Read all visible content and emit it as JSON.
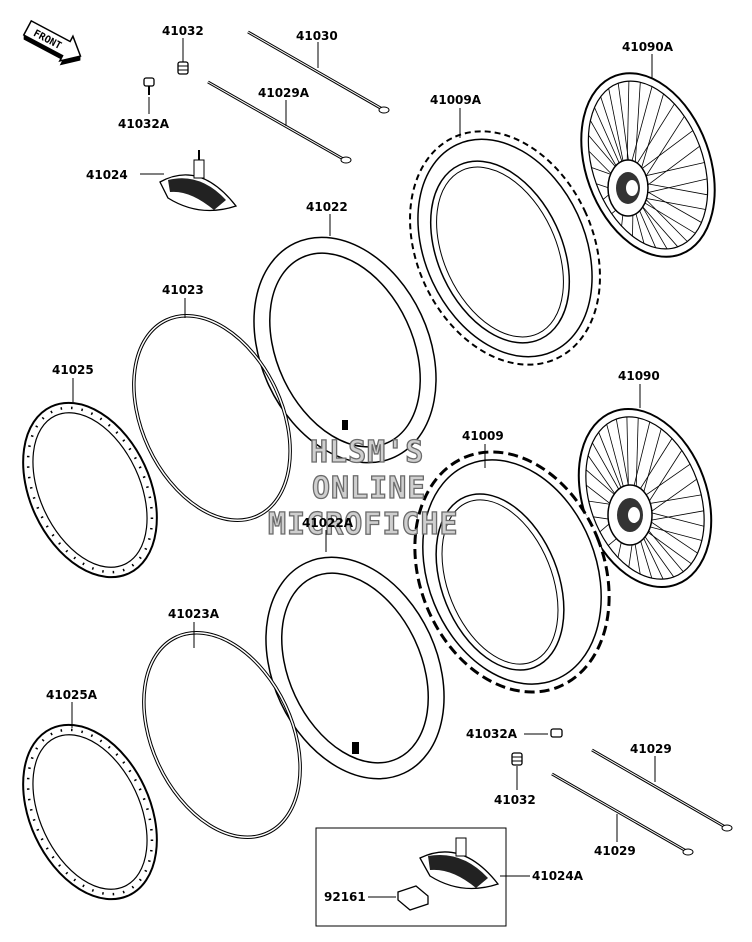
{
  "direction_arrow": {
    "label": "FRONT"
  },
  "watermark": {
    "lines": [
      "HLSM'S",
      "ONLINE",
      "MICROFICHE"
    ]
  },
  "parts": [
    {
      "id": "41032-top",
      "label": "41032",
      "icon": "valve-cap-icon"
    },
    {
      "id": "41032A-top",
      "label": "41032A",
      "icon": "valve-core-icon"
    },
    {
      "id": "41030",
      "label": "41030",
      "icon": "spoke-icon"
    },
    {
      "id": "41029A",
      "label": "41029A",
      "icon": "spoke-icon"
    },
    {
      "id": "41024",
      "label": "41024",
      "icon": "rim-lock-icon"
    },
    {
      "id": "41009A",
      "label": "41009A",
      "icon": "front-tire-icon"
    },
    {
      "id": "41090A",
      "label": "41090A",
      "icon": "front-wheel-icon"
    },
    {
      "id": "41022",
      "label": "41022",
      "icon": "inner-tube-icon"
    },
    {
      "id": "41023",
      "label": "41023",
      "icon": "rim-band-icon"
    },
    {
      "id": "41025",
      "label": "41025",
      "icon": "rim-icon"
    },
    {
      "id": "41090",
      "label": "41090",
      "icon": "rear-wheel-icon"
    },
    {
      "id": "41009",
      "label": "41009",
      "icon": "rear-tire-icon"
    },
    {
      "id": "41022A",
      "label": "41022A",
      "icon": "inner-tube-icon"
    },
    {
      "id": "41023A",
      "label": "41023A",
      "icon": "rim-band-icon"
    },
    {
      "id": "41025A",
      "label": "41025A",
      "icon": "rim-icon"
    },
    {
      "id": "41032A-bot",
      "label": "41032A",
      "icon": "valve-core-icon"
    },
    {
      "id": "41032-bot",
      "label": "41032",
      "icon": "valve-cap-icon"
    },
    {
      "id": "41029-upper",
      "label": "41029",
      "icon": "spoke-icon"
    },
    {
      "id": "41029-lower",
      "label": "41029",
      "icon": "spoke-icon"
    },
    {
      "id": "41024A",
      "label": "41024A",
      "icon": "rim-lock-icon"
    },
    {
      "id": "92161",
      "label": "92161",
      "icon": "nut-icon"
    }
  ]
}
